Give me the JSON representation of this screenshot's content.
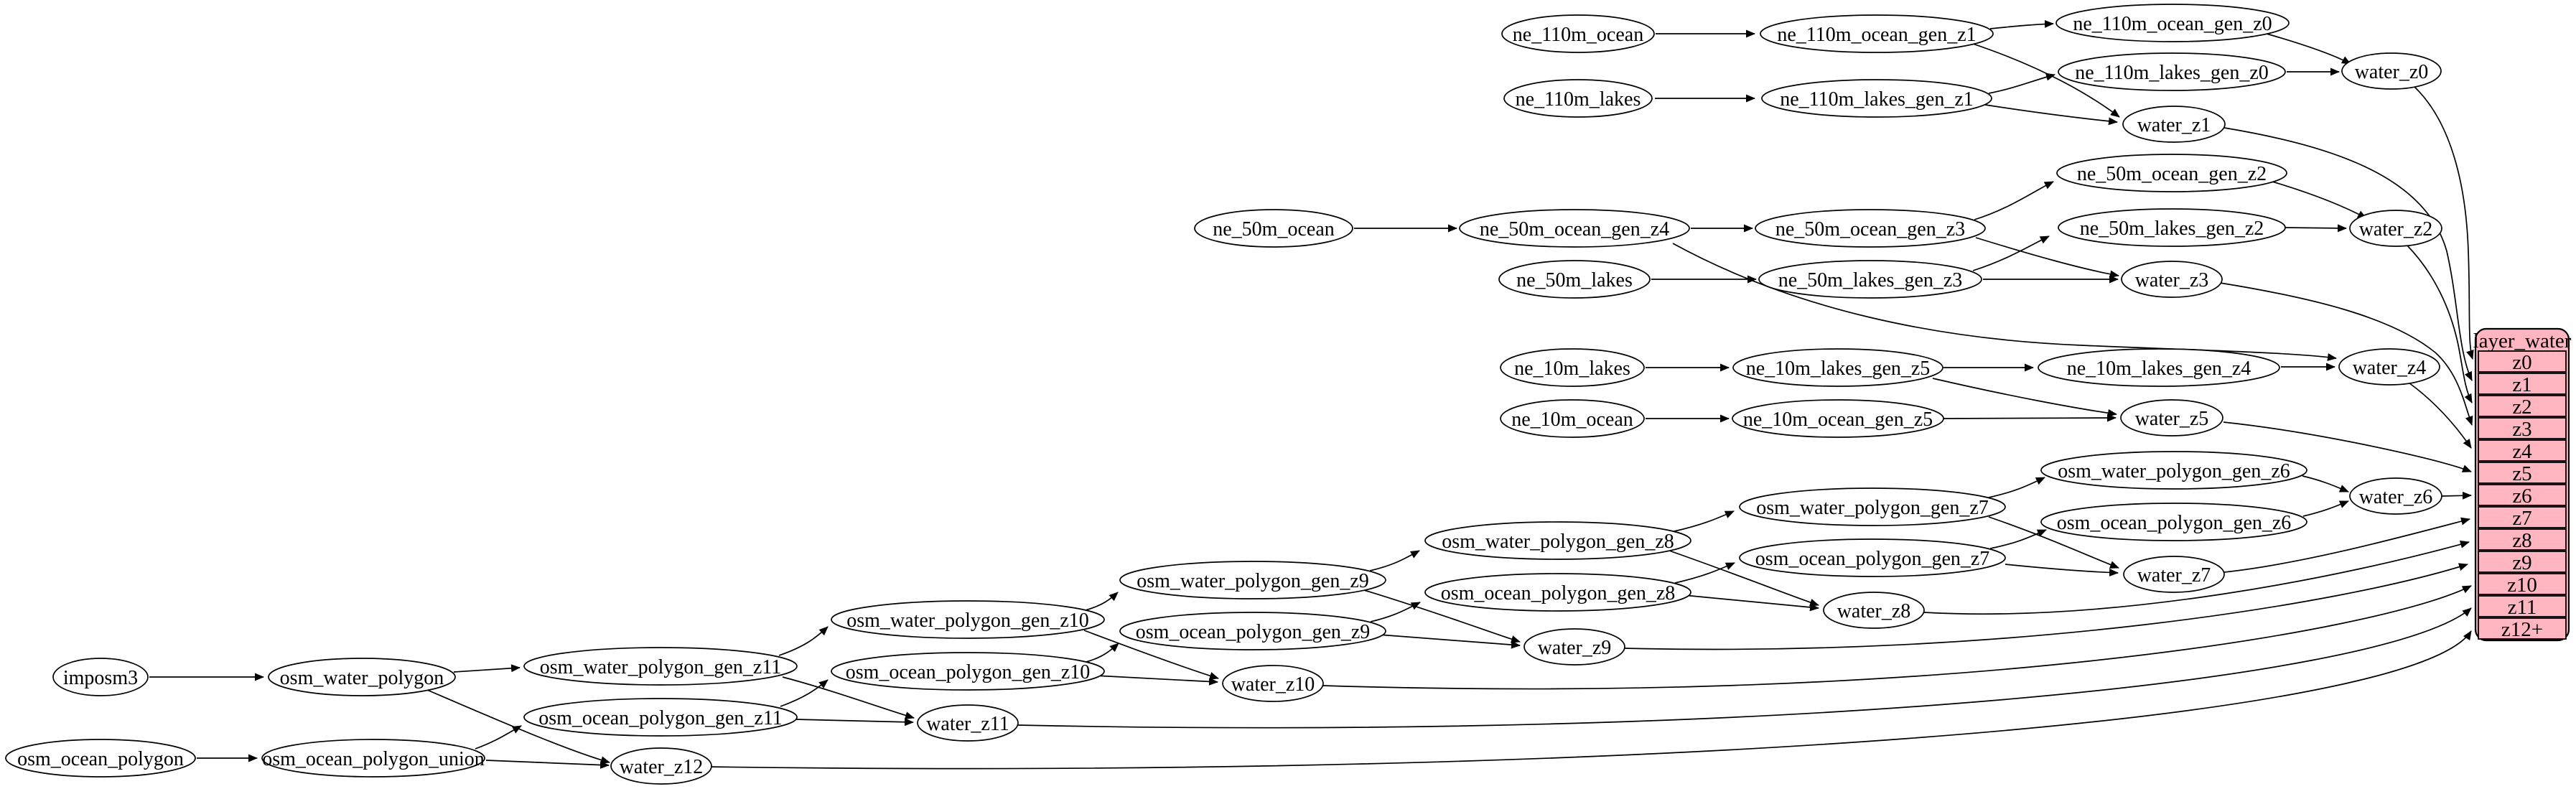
{
  "diagram": {
    "kind": "dependency-graph",
    "colors": {
      "background": "#ffffff",
      "node_fill": "#ffffff",
      "node_stroke": "#000000",
      "edge": "#000000",
      "table_fill": "#ffb6c1",
      "table_stroke": "#000000"
    },
    "nodes": {
      "ne_110m_ocean": "ne_110m_ocean",
      "ne_110m_ocean_gen_z1": "ne_110m_ocean_gen_z1",
      "ne_110m_ocean_gen_z0": "ne_110m_ocean_gen_z0",
      "ne_110m_lakes": "ne_110m_lakes",
      "ne_110m_lakes_gen_z1": "ne_110m_lakes_gen_z1",
      "ne_110m_lakes_gen_z0": "ne_110m_lakes_gen_z0",
      "water_z0": "water_z0",
      "water_z1": "water_z1",
      "ne_50m_ocean": "ne_50m_ocean",
      "ne_50m_ocean_gen_z4": "ne_50m_ocean_gen_z4",
      "ne_50m_ocean_gen_z3": "ne_50m_ocean_gen_z3",
      "ne_50m_lakes": "ne_50m_lakes",
      "ne_50m_lakes_gen_z3": "ne_50m_lakes_gen_z3",
      "ne_50m_ocean_gen_z2": "ne_50m_ocean_gen_z2",
      "ne_50m_lakes_gen_z2": "ne_50m_lakes_gen_z2",
      "water_z2": "water_z2",
      "water_z3": "water_z3",
      "water_z4": "water_z4",
      "ne_10m_lakes": "ne_10m_lakes",
      "ne_10m_lakes_gen_z5": "ne_10m_lakes_gen_z5",
      "ne_10m_lakes_gen_z4": "ne_10m_lakes_gen_z4",
      "ne_10m_ocean": "ne_10m_ocean",
      "ne_10m_ocean_gen_z5": "ne_10m_ocean_gen_z5",
      "water_z5": "water_z5",
      "imposm3": "imposm3",
      "osm_water_polygon": "osm_water_polygon",
      "osm_ocean_polygon": "osm_ocean_polygon",
      "osm_ocean_polygon_union": "osm_ocean_polygon_union",
      "osm_water_polygon_gen_z11": "osm_water_polygon_gen_z11",
      "osm_ocean_polygon_gen_z11": "osm_ocean_polygon_gen_z11",
      "osm_water_polygon_gen_z10": "osm_water_polygon_gen_z10",
      "osm_ocean_polygon_gen_z10": "osm_ocean_polygon_gen_z10",
      "osm_water_polygon_gen_z9": "osm_water_polygon_gen_z9",
      "osm_ocean_polygon_gen_z9": "osm_ocean_polygon_gen_z9",
      "osm_water_polygon_gen_z8": "osm_water_polygon_gen_z8",
      "osm_ocean_polygon_gen_z8": "osm_ocean_polygon_gen_z8",
      "osm_water_polygon_gen_z7": "osm_water_polygon_gen_z7",
      "osm_ocean_polygon_gen_z7": "osm_ocean_polygon_gen_z7",
      "osm_water_polygon_gen_z6": "osm_water_polygon_gen_z6",
      "osm_ocean_polygon_gen_z6": "osm_ocean_polygon_gen_z6",
      "water_z6": "water_z6",
      "water_z7": "water_z7",
      "water_z8": "water_z8",
      "water_z9": "water_z9",
      "water_z10": "water_z10",
      "water_z11": "water_z11",
      "water_z12": "water_z12"
    },
    "table": {
      "header": "layer_water",
      "rows": [
        "z0",
        "z1",
        "z2",
        "z3",
        "z4",
        "z5",
        "z6",
        "z7",
        "z8",
        "z9",
        "z10",
        "z11",
        "z12+"
      ]
    }
  }
}
